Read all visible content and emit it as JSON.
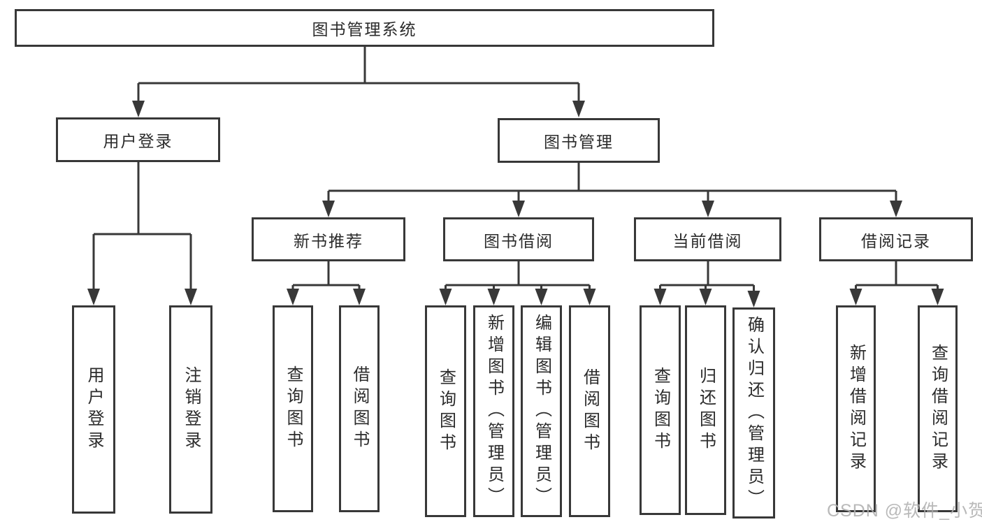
{
  "diagram_title": "图书管理系统",
  "nodes": {
    "root": {
      "label": "图书管理系统"
    },
    "user_login": {
      "label": "用户登录"
    },
    "book_mgmt": {
      "label": "图书管理"
    },
    "new_book_rec": {
      "label": "新书推荐"
    },
    "book_borrow": {
      "label": "图书借阅"
    },
    "current_borrow": {
      "label": "当前借阅"
    },
    "borrow_records": {
      "label": "借阅记录"
    },
    "ul_user_login": {
      "label": "用户登录"
    },
    "ul_logout": {
      "label": "注销登录"
    },
    "nb_query_books": {
      "label": "查询图书"
    },
    "nb_borrow_books": {
      "label": "借阅图书"
    },
    "bb_query_books": {
      "label": "查询图书"
    },
    "bb_add_books": {
      "label": "新增图书（管理员）"
    },
    "bb_edit_books": {
      "label": "编辑图书（管理员）"
    },
    "bb_borrow_books": {
      "label": "借阅图书"
    },
    "cb_query_books": {
      "label": "查询图书"
    },
    "cb_return_books": {
      "label": "归还图书"
    },
    "cb_confirm_return": {
      "label": "确认归还（管理员）"
    },
    "br_add_record": {
      "label": "新增借阅记录"
    },
    "br_query_record": {
      "label": "查询借阅记录"
    }
  },
  "hierarchy": {
    "图书管理系统": [
      "用户登录",
      "图书管理"
    ],
    "用户登录": [
      "用户登录",
      "注销登录"
    ],
    "图书管理": [
      "新书推荐",
      "图书借阅",
      "当前借阅",
      "借阅记录"
    ],
    "新书推荐": [
      "查询图书",
      "借阅图书"
    ],
    "图书借阅": [
      "查询图书",
      "新增图书（管理员）",
      "编辑图书（管理员）",
      "借阅图书"
    ],
    "当前借阅": [
      "查询图书",
      "归还图书",
      "确认归还（管理员）"
    ],
    "借阅记录": [
      "新增借阅记录",
      "查询借阅记录"
    ]
  },
  "watermark": {
    "text": "CSDN @软件_小贺同学"
  },
  "colors": {
    "line": "#383838",
    "text": "#2b2b2b",
    "box_background": "#ffffff",
    "watermark": "#b0b0b0",
    "page_background": "#ffffff"
  }
}
